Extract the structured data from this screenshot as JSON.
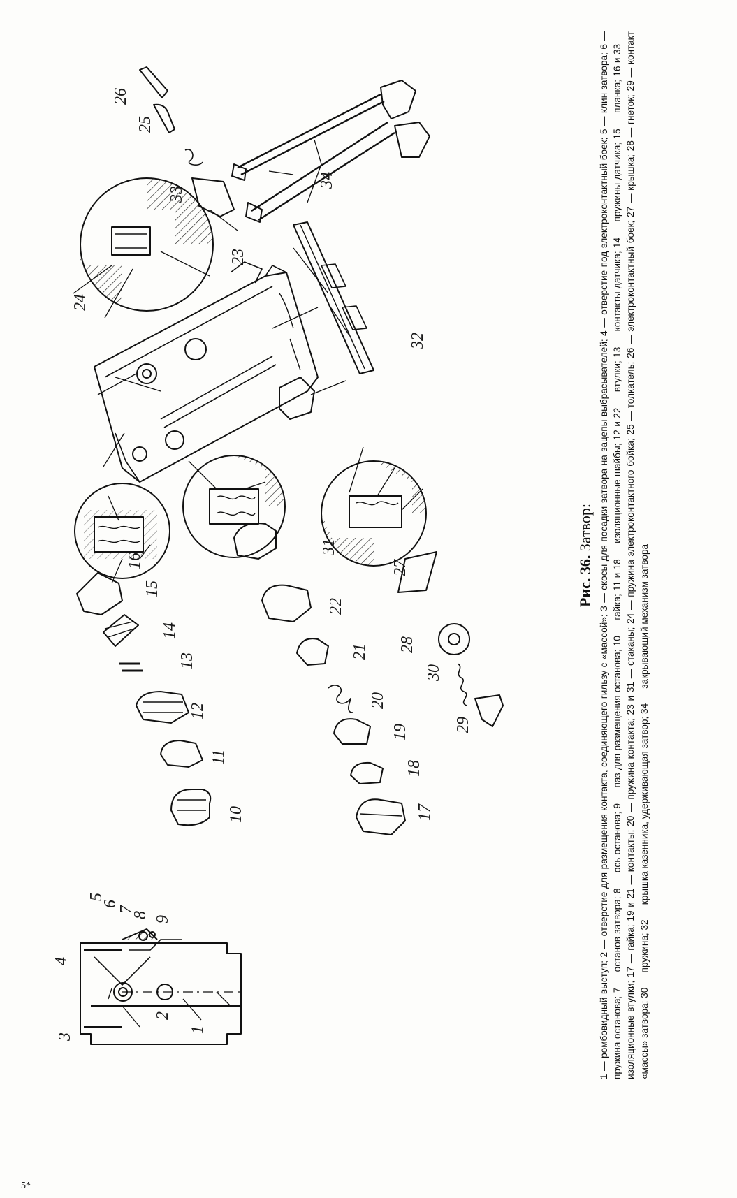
{
  "figure": {
    "title_label": "Рис. 36.",
    "title_text": "Затвор:",
    "caption": "1 — ромбовидный выступ; 2 — отверстие для размещения контакта, соединяющего гильзу с «массой»; 3 — скосы для посадки затвора на зацепы выбрасывателей; 4 — отверстие под электроконтактный боек; 5 — клин затвора; 6 — пружина останова; 7 — останов затвора; 8 — ось останова; 9 — паз для размещения останова; 10 — гайка; 11 и 18 — изоляционные шайбы; 12 и 22 — втулки; 13 — контакты датчика; 14 — пружины датчика; 15 — планка; 16 и 33 — изоляционные втулки; 17 — гайка; 19 и 21 — контакты; 20 — пружина контакта; 23 и 31 — стаканы; 24 — пружина электроконтактного бойка; 25 — толкатель; 26 — электроконтактный боек; 27 — крышка; 28 — гнеток; 29 — контакт «массы» затвора; 30 — пружина; 32 — крышка казенника, удерживающая затвор; 34 — закрывающий механизм затвора"
  },
  "callouts": [
    "1",
    "2",
    "3",
    "4",
    "5",
    "6",
    "7",
    "8",
    "9",
    "10",
    "11",
    "12",
    "13",
    "14",
    "15",
    "16",
    "17",
    "18",
    "19",
    "20",
    "21",
    "22",
    "23",
    "24",
    "25",
    "26",
    "27",
    "28",
    "29",
    "30",
    "31",
    "32",
    "33",
    "34"
  ],
  "footer_left": "5*"
}
